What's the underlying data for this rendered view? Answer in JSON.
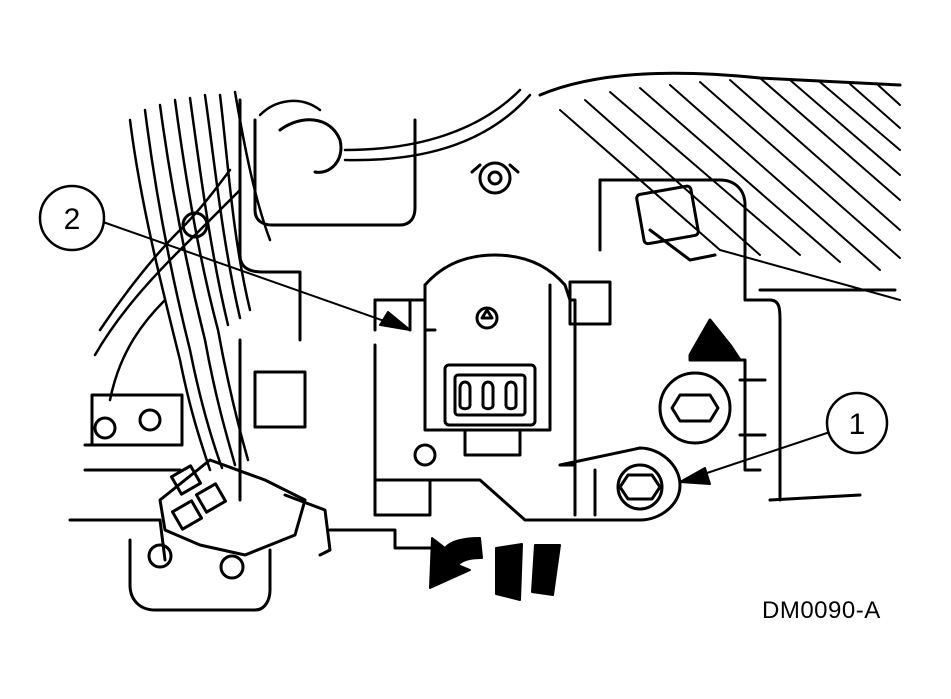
{
  "figure": {
    "reference_code": "DM0090-A",
    "callouts": [
      {
        "id": "callout-1",
        "label": "1"
      },
      {
        "id": "callout-2",
        "label": "2"
      }
    ],
    "colors": {
      "line": "#000000",
      "background": "#ffffff"
    }
  }
}
